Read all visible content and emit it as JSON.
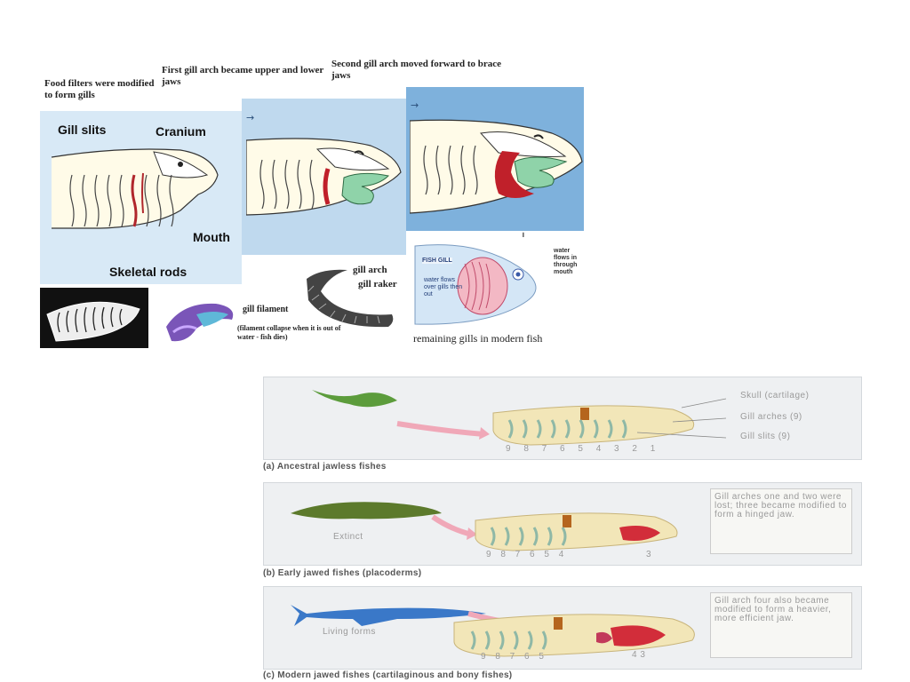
{
  "top": {
    "caption_food_filters": "Food filters were modified to form gills",
    "caption_first_arch": "First gill arch became upper and lower jaws",
    "caption_second_arch": "Second gill arch moved forward to brace jaws",
    "label_gill_slits": "Gill slits",
    "label_cranium": "Cranium",
    "label_mouth": "Mouth",
    "label_skeletal_rods": "Skeletal rods",
    "label_gill_arch": "gill arch",
    "label_gill_raker": "gill raker",
    "label_gill_filament": "gill filament",
    "filament_note": "(filament collapse when it is out of water - fish dies)",
    "fish_gill_tag": "FISH GILL",
    "water_in": "water flows in through mouth",
    "water_out": "water flows over gills then out",
    "remaining_caption": "remaining gills in modern fish"
  },
  "bottom": {
    "a": {
      "skull": "Skull (cartilage)",
      "arches": "Gill arches (9)",
      "slits": "Gill slits (9)",
      "numbers": "9 8 7 6 5 4 3 2 1",
      "caption": "(a) Ancestral jawless fishes"
    },
    "b": {
      "extinct": "Extinct",
      "note": "Gill arches one and two were lost; three became modified to form a hinged jaw.",
      "numbers": "9 8 7 6 5 4",
      "num_jaw": "3",
      "caption": "(b) Early jawed fishes (placoderms)"
    },
    "c": {
      "living": "Living forms",
      "note": "Gill arch four also became modified to form a heavier, more efficient jaw.",
      "numbers": "9 8 7 6 5",
      "num_jaw": "4 3",
      "caption": "(c) Modern jawed fishes (cartilaginous and bony fishes)"
    }
  },
  "colors": {
    "panel_blue": "#bfd9ee",
    "panel_blue_dark": "#7eb1dc",
    "jaw_red": "#c0202a",
    "jaw_green": "#8fd3a9",
    "cartilage_yellow": "#f2e6b8"
  }
}
